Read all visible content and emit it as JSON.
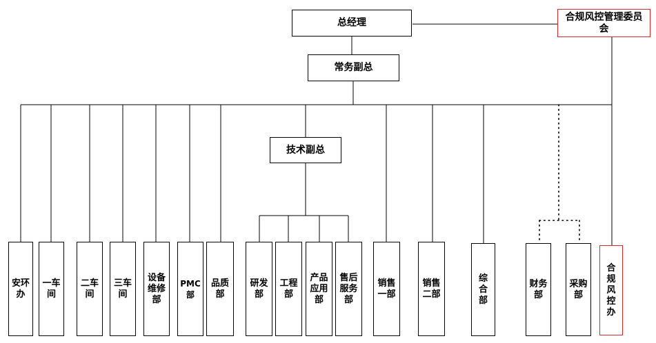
{
  "top": {
    "gm": "总经理",
    "committee": "合规风控管理委员会",
    "exec_vp": "常务副总",
    "tech_vp": "技术副总"
  },
  "depts": {
    "anhuan": "安环办",
    "chejian1": "一车间",
    "chejian2": "二车间",
    "chejian3": "三车间",
    "equipment": "设备维修部",
    "pmc": "PMC部",
    "quality": "品质部",
    "rd": "研发部",
    "engineering": "工程部",
    "application": "产品应用部",
    "aftersales": "售后服务部",
    "sales1": "销售一部",
    "sales2": "销售二部",
    "general": "综合部",
    "finance": "财务部",
    "purchasing": "采购部",
    "compliance": "合规风控办"
  },
  "colors": {
    "line": "#000000",
    "compliance_border": "#d22b2b"
  }
}
